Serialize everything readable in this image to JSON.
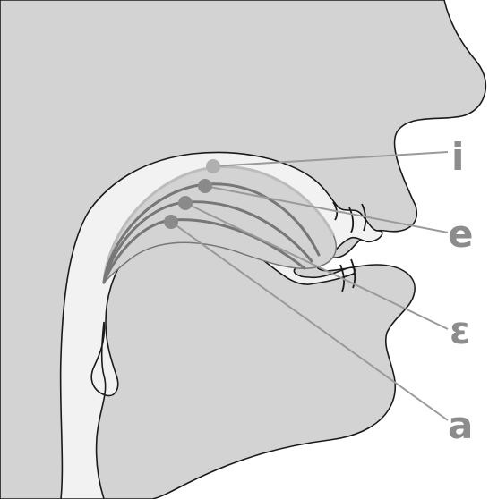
{
  "colors": {
    "head_fill": "#d3d3d3",
    "cavity_fill": "#f2f2f2",
    "outline": "#1a1a1a",
    "tongue_line": "#777777",
    "tongue_highlight": "#bcbcbc",
    "pointer_line": "#9a9a9a",
    "dot_i": "#b0b0b0",
    "dot_other": "#8a8a8a",
    "label": "#8c8c8c"
  },
  "vowels": [
    {
      "symbol": "i"
    },
    {
      "symbol": "e"
    },
    {
      "symbol": "ɛ"
    },
    {
      "symbol": "a"
    }
  ]
}
